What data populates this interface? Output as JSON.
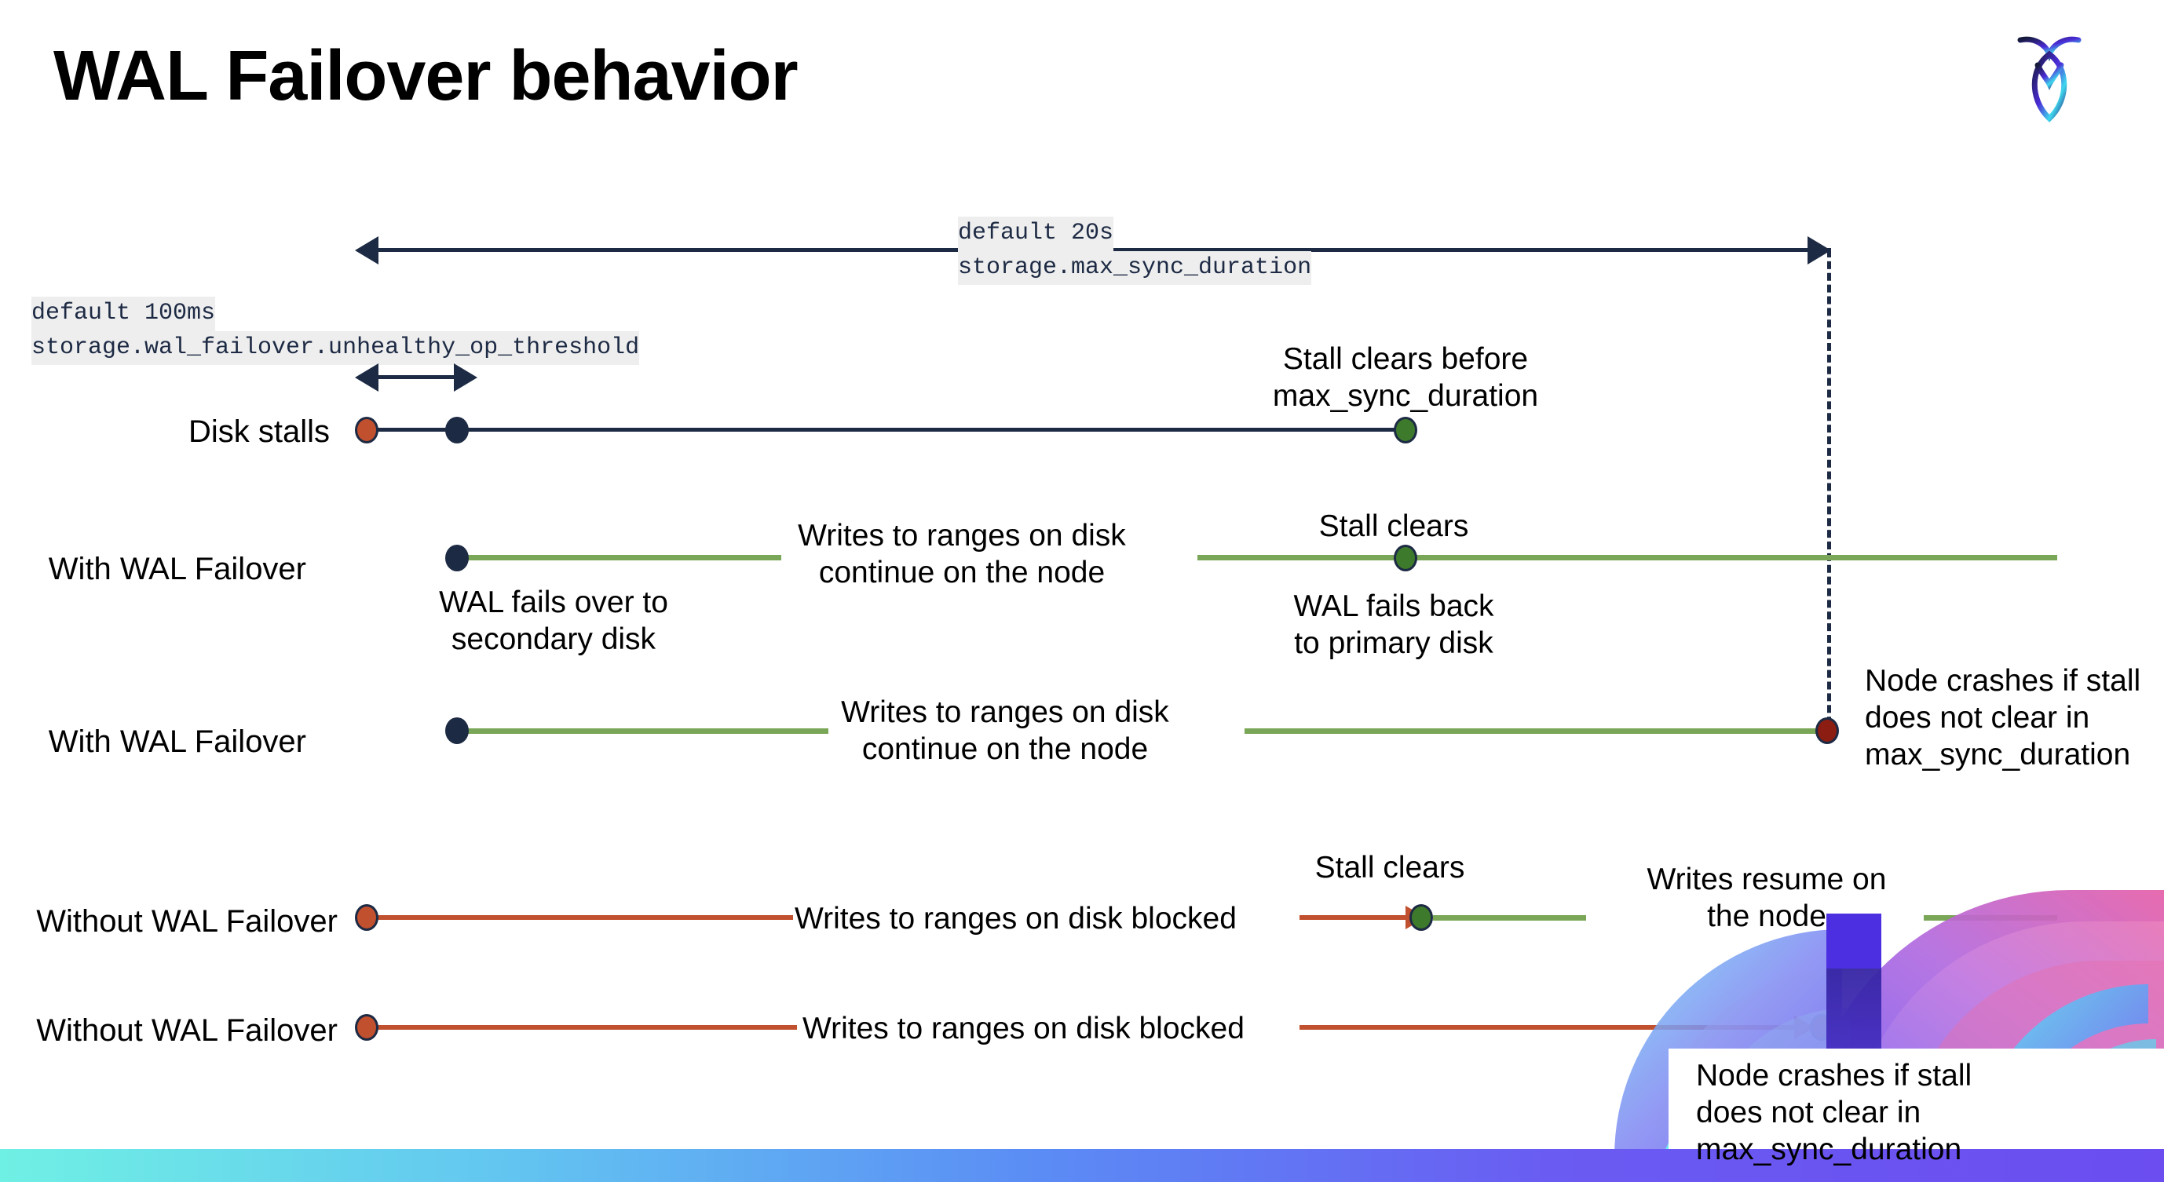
{
  "slide": {
    "title": "WAL Failover behavior",
    "logo_name": "cockroachdb-logo"
  },
  "settings": {
    "max_sync": {
      "default_label": "default 20s",
      "setting_name": "storage.max_sync_duration"
    },
    "unhealthy_op": {
      "default_label": "default 100ms",
      "setting_name": "storage.wal_failover.unhealthy_op_threshold"
    }
  },
  "rows": {
    "disk_stalls": {
      "label": "Disk stalls",
      "note_clears": "Stall clears before\nmax_sync_duration"
    },
    "with_failover_clears": {
      "label": "With WAL Failover",
      "note_writes": "Writes to ranges on disk\ncontinue on the node",
      "note_failover": "WAL fails over to\nsecondary disk",
      "note_stall_clears": "Stall clears",
      "note_fails_back": "WAL fails  back\nto primary disk"
    },
    "with_failover_crash": {
      "label": "With WAL Failover",
      "note_writes": "Writes to ranges on disk\ncontinue on the node",
      "note_crash": "Node crashes if stall\ndoes not clear in\nmax_sync_duration"
    },
    "without_failover_clears": {
      "label": "Without WAL Failover",
      "note_blocked": "Writes to ranges on disk  blocked",
      "note_stall_clears": "Stall clears",
      "note_resume": "Writes resume on\nthe node"
    },
    "without_failover_crash": {
      "label": "Without WAL Failover",
      "note_blocked": "Writes to ranges on disk  blocked",
      "note_crash": "Node crashes if stall\ndoes not clear in\nmax_sync_duration"
    }
  },
  "colors": {
    "navy": "#1d2a44",
    "green_line": "#7aa757",
    "green_dot": "#3e7a2b",
    "red_line": "#c1502e",
    "orange_dot": "#c1502e",
    "dark_red_dot": "#8c1d13",
    "code_bg": "#eeeeee"
  }
}
